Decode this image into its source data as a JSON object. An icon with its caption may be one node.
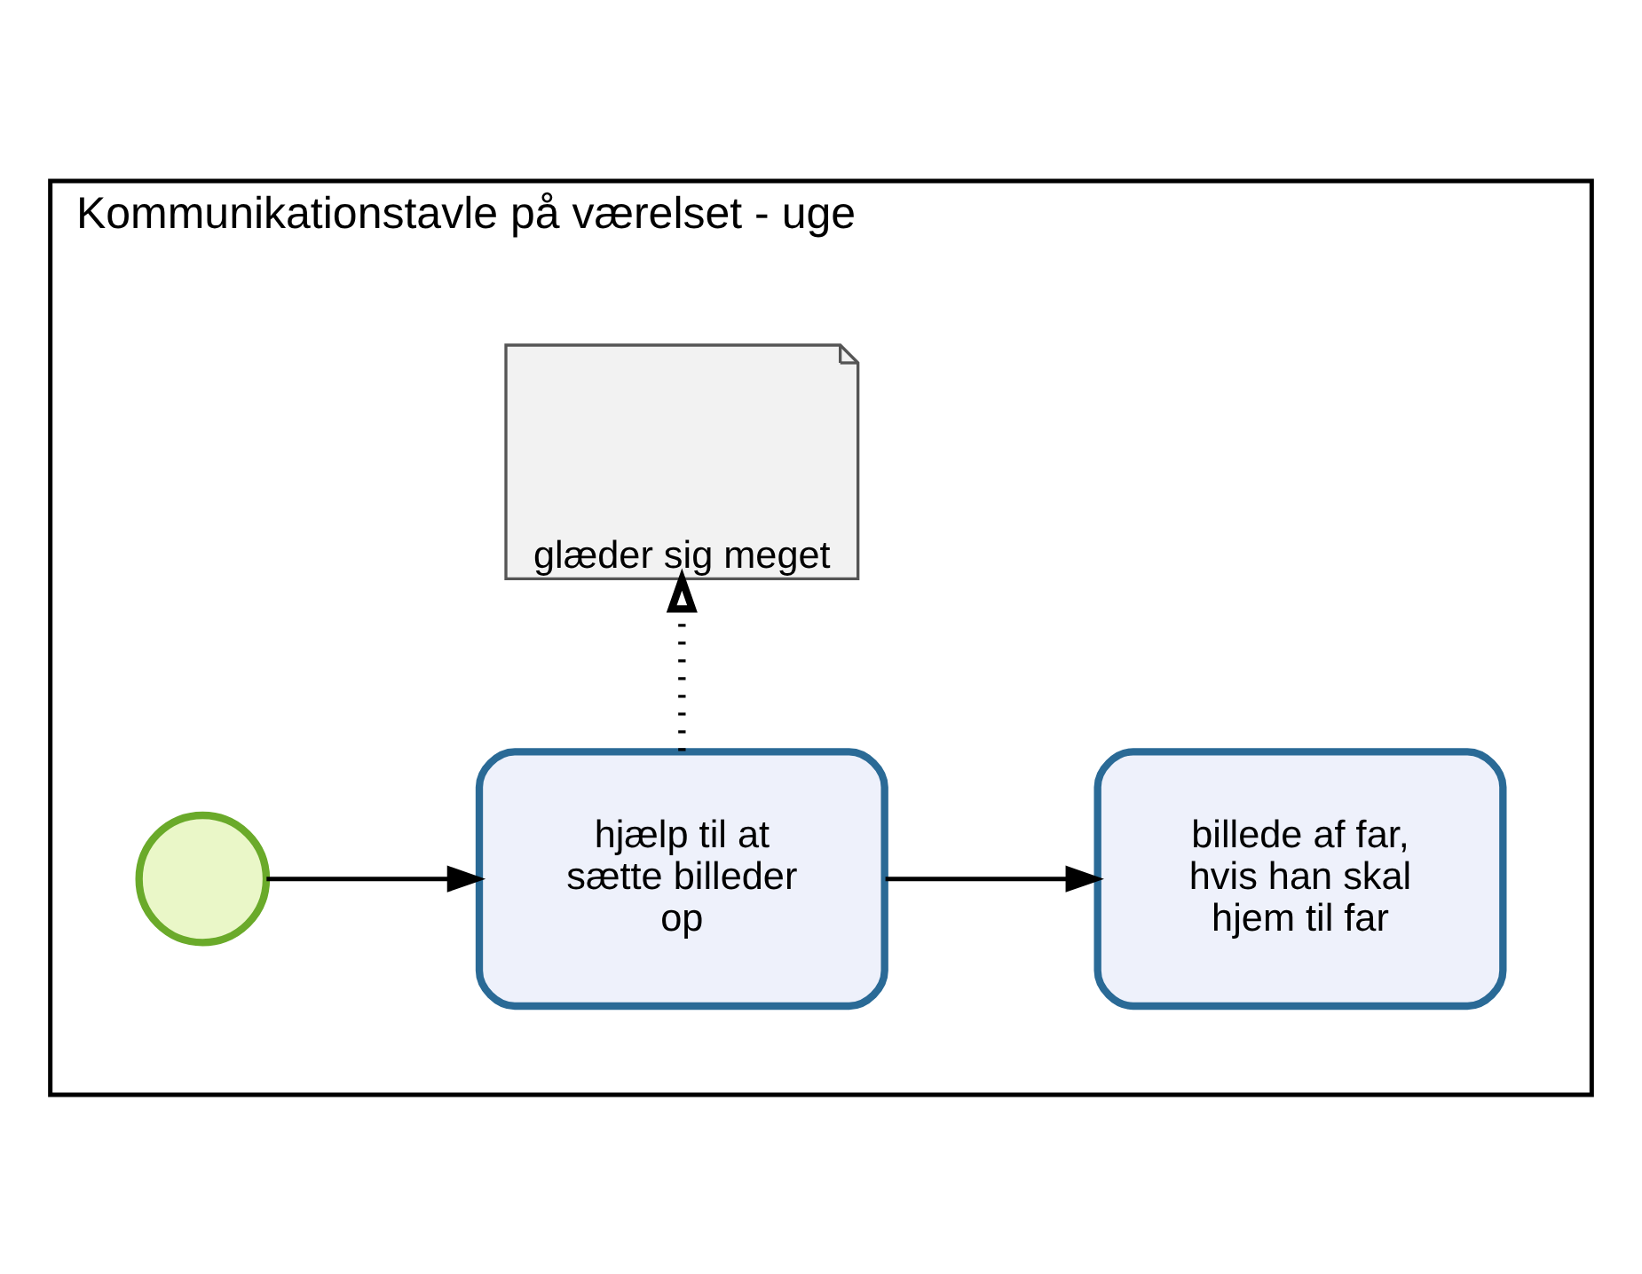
{
  "diagram": {
    "nodes": [
      {
        "text": [
          "Kommunikationstavle på værelset - uge"
        ]
      },
      {
        "text": [],
        "shape": "circle",
        "in": 0
      },
      {
        "text": [
          "hjælp til at sætte billeder op"
        ],
        "in": 0
      },
      {
        "text": [
          "billede af far, hvis han skal hjem til far"
        ],
        "in": 0
      },
      {
        "text": [
          "glæder sig meget"
        ],
        "in": 0
      }
    ],
    "edges": [
      {
        "from": 1,
        "to": 2,
        "arrow": "to"
      },
      {
        "from": 2,
        "to": 3,
        "arrow": "to"
      },
      {
        "from": 2,
        "to": 4,
        "arrow": "to",
        "style": "dashed"
      }
    ]
  }
}
